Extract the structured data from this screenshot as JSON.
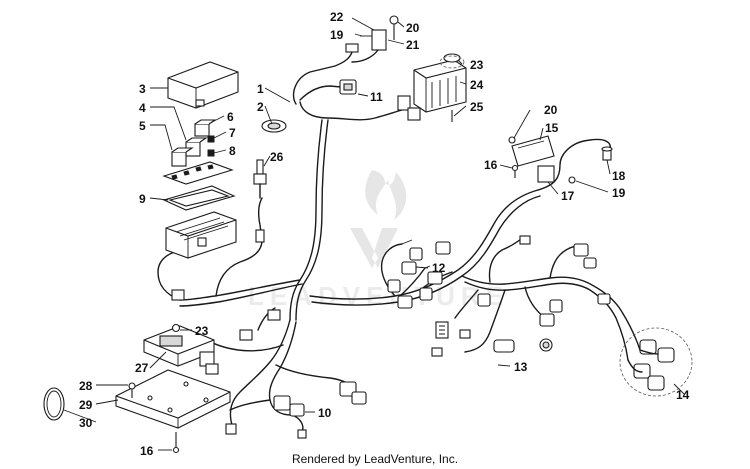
{
  "watermark": {
    "brand": "LEADVENTURE"
  },
  "footer": {
    "text": "Rendered by LeadVenture, Inc."
  },
  "callouts": [
    {
      "id": "1",
      "label": "1"
    },
    {
      "id": "2",
      "label": "2"
    },
    {
      "id": "3",
      "label": "3"
    },
    {
      "id": "4",
      "label": "4"
    },
    {
      "id": "5",
      "label": "5"
    },
    {
      "id": "6",
      "label": "6"
    },
    {
      "id": "7",
      "label": "7"
    },
    {
      "id": "8",
      "label": "8"
    },
    {
      "id": "9",
      "label": "9"
    },
    {
      "id": "10",
      "label": "10"
    },
    {
      "id": "11",
      "label": "11"
    },
    {
      "id": "12",
      "label": "12"
    },
    {
      "id": "13",
      "label": "13"
    },
    {
      "id": "14",
      "label": "14"
    },
    {
      "id": "15",
      "label": "15"
    },
    {
      "id": "16a",
      "label": "16"
    },
    {
      "id": "16b",
      "label": "16"
    },
    {
      "id": "17",
      "label": "17"
    },
    {
      "id": "18",
      "label": "18"
    },
    {
      "id": "19a",
      "label": "19"
    },
    {
      "id": "19b",
      "label": "19"
    },
    {
      "id": "20a",
      "label": "20"
    },
    {
      "id": "20b",
      "label": "20"
    },
    {
      "id": "21",
      "label": "21"
    },
    {
      "id": "22",
      "label": "22"
    },
    {
      "id": "23a",
      "label": "23"
    },
    {
      "id": "23b",
      "label": "23"
    },
    {
      "id": "24",
      "label": "24"
    },
    {
      "id": "25",
      "label": "25"
    },
    {
      "id": "26",
      "label": "26"
    },
    {
      "id": "27",
      "label": "27"
    },
    {
      "id": "28",
      "label": "28"
    },
    {
      "id": "29",
      "label": "29"
    },
    {
      "id": "30",
      "label": "30"
    }
  ]
}
